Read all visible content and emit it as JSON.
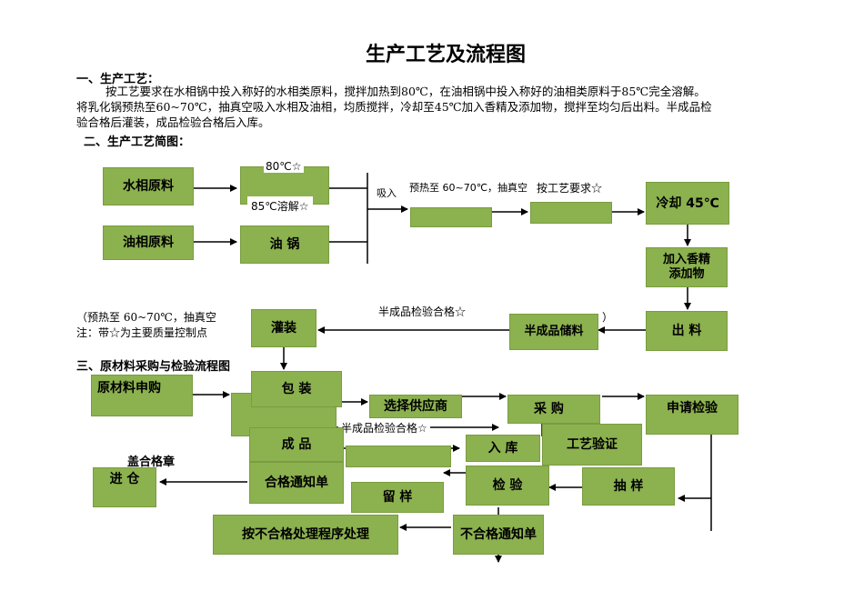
{
  "title": "生产工艺及流程图",
  "section1": {
    "heading": "一、生产工艺：",
    "lines": [
      "按工艺要求在水相锅中投入称好的水相类原料，搅拌加热到80℃，在油相锅中投入称好的油相类原料于85℃完全溶解。",
      "将乳化锅预热至60~70℃，抽真空吸入水相及油相，均质搅拌，冷却至45℃加入香精及添加物，搅拌至均匀后出料。半成品检",
      "验合格后灌装，成品检验合格后入库。"
    ]
  },
  "section2": {
    "heading": "二、生产工艺简图：",
    "boxes": {
      "water_material": "水相原料",
      "oil_material": "油相原料",
      "oil_pot": "油 锅",
      "cool": "冷却 45℃",
      "add_fragrance": "加入香精\n添加物",
      "discharge": "出 料",
      "semi_storage": "半成品储料",
      "filling": "灌装",
      "packing": "包 装",
      "product": "成 品",
      "instock": "入 库"
    },
    "labels": {
      "l80": "80℃☆",
      "l85": "85℃溶解☆",
      "suck": "吸入",
      "preheat": "预热至 60~70℃，抽真空",
      "process": "按工艺要求☆",
      "semi_check_1": "半成品检验合格☆",
      "semi_check_2": "半成品检验合格☆",
      "preheat2": "（预热至 60~70℃，抽真空",
      "note": "注：带☆为主要质量控制点",
      "tail": "）"
    }
  },
  "section3": {
    "heading": "三、原材料采购与检验流程图",
    "boxes": {
      "apply": "原材料申购",
      "supplier": "选择供应商",
      "purchase": "采 购",
      "request_inspect": "申请检验",
      "sampling": "抽 样",
      "inspect": "检 验",
      "process_verify": "工艺验证",
      "pass_notice": "合格通知单",
      "store": "进 仓",
      "keep_sample": "留 样",
      "fail_notice": "不合格通知单",
      "fail_process": "按不合格处理程序处理"
    },
    "labels": {
      "stamp": "盖合格章"
    }
  }
}
